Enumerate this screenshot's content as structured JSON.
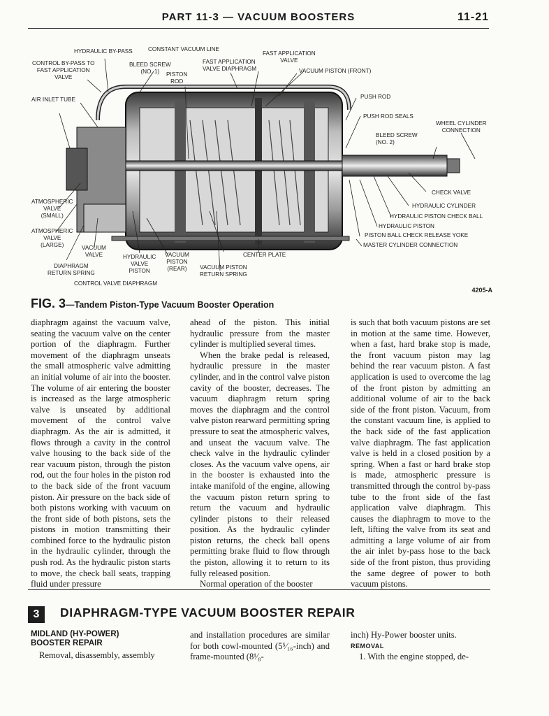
{
  "header": {
    "title": "PART 11-3 — VACUUM BOOSTERS",
    "page_number": "11-21"
  },
  "figure": {
    "labels": {
      "hydraulic_bypass": "HYDRAULIC BY-PASS",
      "control_bypass": "CONTROL BY-PASS TO\nFAST APPLICATION\nVALVE",
      "constant_vacuum": "CONSTANT VACUUM LINE",
      "bleed_screw_1": "BLEED SCREW\n(NO. 1)",
      "piston_rod": "PISTON\nROD",
      "fast_app_diaphragm": "FAST APPLICATION\nVALVE DIAPHRAGM",
      "fast_app_valve": "FAST APPLICATION\nVALVE",
      "vacuum_piston_front": "VACUUM PISTON (FRONT)",
      "air_inlet": "AIR INLET TUBE",
      "push_rod": "PUSH ROD",
      "push_rod_seals": "PUSH ROD SEALS",
      "wheel_cyl": "WHEEL CYLINDER\nCONNECTION",
      "bleed_screw_2": "BLEED SCREW\n(NO. 2)",
      "check_valve": "CHECK VALVE",
      "hyd_cylinder": "HYDRAULIC CYLINDER",
      "hyd_check_ball": "HYDRAULIC PISTON CHECK BALL",
      "hyd_piston": "HYDRAULIC PISTON",
      "release_yoke": "PISTON BALL CHECK RELEASE YOKE",
      "master_cyl": "MASTER CYLINDER CONNECTION",
      "atm_small": "ATMOSPHERIC\nVALVE\n(SMALL)",
      "atm_large": "ATMOSPHERIC\nVALVE\n(LARGE)",
      "vacuum_valve": "VACUUM\nVALVE",
      "diaphragm_spring": "DIAPHRAGM\nRETURN SPRING",
      "hyd_valve_piston": "HYDRAULIC\nVALVE\nPISTON",
      "vac_piston_rear": "VACUUM\nPISTON\n(REAR)",
      "center_plate": "CENTER PLATE",
      "vac_return_spring": "VACUUM PISTON\nRETURN SPRING",
      "control_diaphragm": "CONTROL VALVE DIAPHRAGM"
    },
    "figure_id": "4205-A",
    "caption_prefix": "FIG. 3",
    "caption_text": "—Tandem Piston-Type Vacuum Booster Operation"
  },
  "body": {
    "col1": "diaphragm against the vacuum valve, seating the vacuum valve on the center portion of the diaphragm. Further movement of the diaphragm unseats the small atmospheric valve admitting an initial volume of air into the booster. The volume of air entering the booster is increased as the large atmospheric valve is unseated by additional movement of the control valve diaphragm. As the air is admitted, it flows through a cavity in the control valve housing to the back side of the rear vacuum piston, through the piston rod, out the four holes in the piston rod to the back side of the front vacuum piston. Air pressure on the back side of both pistons working with vacuum on the front side of both pistons, sets the pistons in motion transmitting their combined force to the hydraulic piston in the hydraulic cylinder, through the push rod. As the hydraulic piston starts to move, the check ball seats, trapping fluid under pressure",
    "col2_p1": "ahead of the piston. This initial hydraulic pressure from the master cylinder is multiplied several times.",
    "col2_p2": "When the brake pedal is released, hydraulic pressure in the master cylinder, and in the control valve piston cavity of the booster, decreases. The vacuum diaphragm return spring moves the diaphragm and the control valve piston rearward permitting spring pressure to seat the atmospheric valves, and unseat the vacuum valve. The check valve in the hydraulic cylinder closes. As the vacuum valve opens, air in the booster is exhausted into the intake manifold of the engine, allowing the vacuum piston return spring to return the vacuum and hydraulic cylinder pistons to their released position. As the hydraulic cylinder piston returns, the check ball opens permitting brake fluid to flow through the piston, allowing it to return to its fully released position.",
    "col2_p3": "Normal operation of the booster",
    "col3": "is such that both vacuum pistons are set in motion at the same time. However, when a fast, hard brake stop is made, the front vacuum piston may lag behind the rear vacuum piston. A fast application is used to overcome the lag of the front piston by admitting an additional volume of air to the back side of the front piston. Vacuum, from the constant vacuum line, is applied to the back side of the fast application valve diaphragm. The fast application valve is held in a closed position by a spring. When a fast or hard brake stop is made, atmospheric pressure is transmitted through the control by-pass tube to the front side of the fast application valve diaphragm. This causes the diaphragm to move to the left, lifting the valve from its seat and admitting a large volume of air from the air inlet by-pass hose to the back side of the front piston, thus providing the same degree of power to both vacuum pistons."
  },
  "section": {
    "number": "3",
    "title": "DIAPHRAGM-TYPE VACUUM BOOSTER REPAIR",
    "subhead": "MIDLAND (HY-POWER)\nBOOSTER REPAIR",
    "sub_col1": "Removal, disassembly, assembly",
    "sub_col2": "and installation procedures are similar for both cowl-mounted (5⁵⁄₁₆-inch) and frame-mounted (8¹⁄₈-",
    "sub_col3_line1": "inch) Hy-Power booster units.",
    "removal_head": "REMOVAL",
    "step1_num": "1.",
    "step1_text": "With the engine stopped, de-"
  }
}
